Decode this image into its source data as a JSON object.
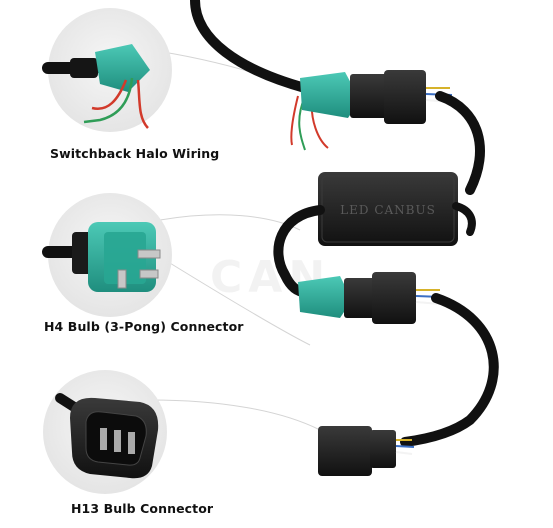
{
  "labels": {
    "halo": "Switchback Halo Wiring",
    "h4": "H4 Bulb (3-Pong) Connector",
    "h13": "H13 Bulb Connector"
  },
  "module_text": "LED CANBUS",
  "watermark_text": "CAN",
  "colors": {
    "teal": "#2fb3a0",
    "teal_dark": "#1d8c7c",
    "cable": "#111111",
    "connector_black": "#1c1c1c",
    "circle_bg": "#ececec",
    "wire_red": "#d23a2b",
    "wire_green": "#2f9d57",
    "wire_blue": "#3b6fc4",
    "wire_yellow": "#d6b22a",
    "wire_white": "#f3f3f3"
  }
}
